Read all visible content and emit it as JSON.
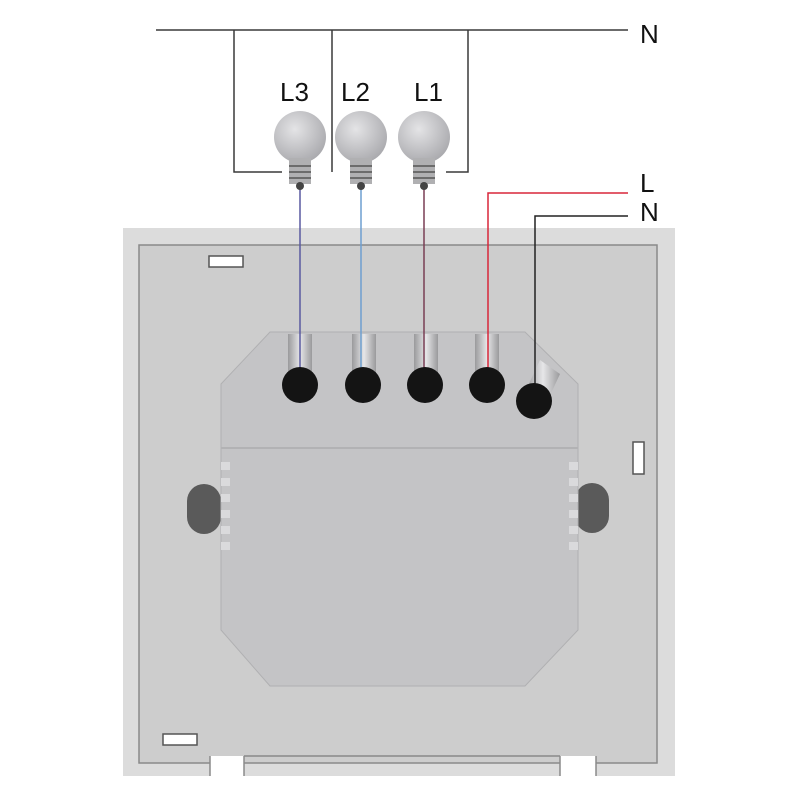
{
  "labels": {
    "neutral_top": "N",
    "live": "L",
    "neutral_bottom": "N",
    "load_3": "L3",
    "load_2": "L2",
    "load_1": "L1"
  },
  "colors": {
    "wire": "#3a3a3a",
    "wire_l1": "#7a3f55",
    "wire_l2": "#6f9fd0",
    "wire_l3": "#5a5aa0",
    "wire_live": "#d8263a",
    "wire_neutral": "#222222",
    "bulb": "#c9c9cc",
    "plate_outer": "#dcdcdc",
    "plate_inner": "#cdcdcd",
    "module": "#c2c2c4",
    "terminal": "#141414"
  }
}
